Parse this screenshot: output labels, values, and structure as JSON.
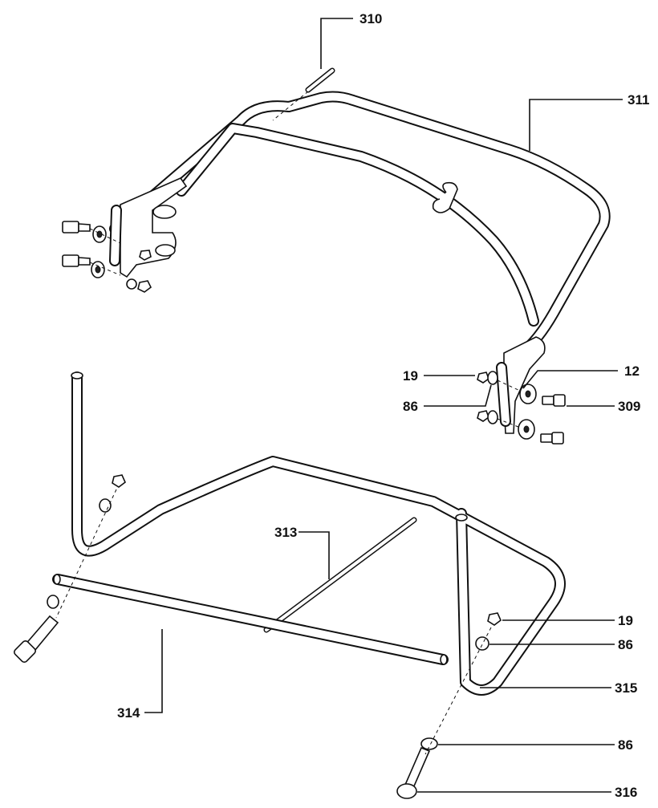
{
  "callouts": [
    {
      "id": "310",
      "label": "310"
    },
    {
      "id": "311",
      "label": "311"
    },
    {
      "id": "12",
      "label": "12"
    },
    {
      "id": "19a",
      "label": "19"
    },
    {
      "id": "86a",
      "label": "86"
    },
    {
      "id": "309",
      "label": "309"
    },
    {
      "id": "313",
      "label": "313"
    },
    {
      "id": "19b",
      "label": "19"
    },
    {
      "id": "86b",
      "label": "86"
    },
    {
      "id": "315",
      "label": "315"
    },
    {
      "id": "314",
      "label": "314"
    },
    {
      "id": "86c",
      "label": "86"
    },
    {
      "id": "316",
      "label": "316"
    }
  ]
}
